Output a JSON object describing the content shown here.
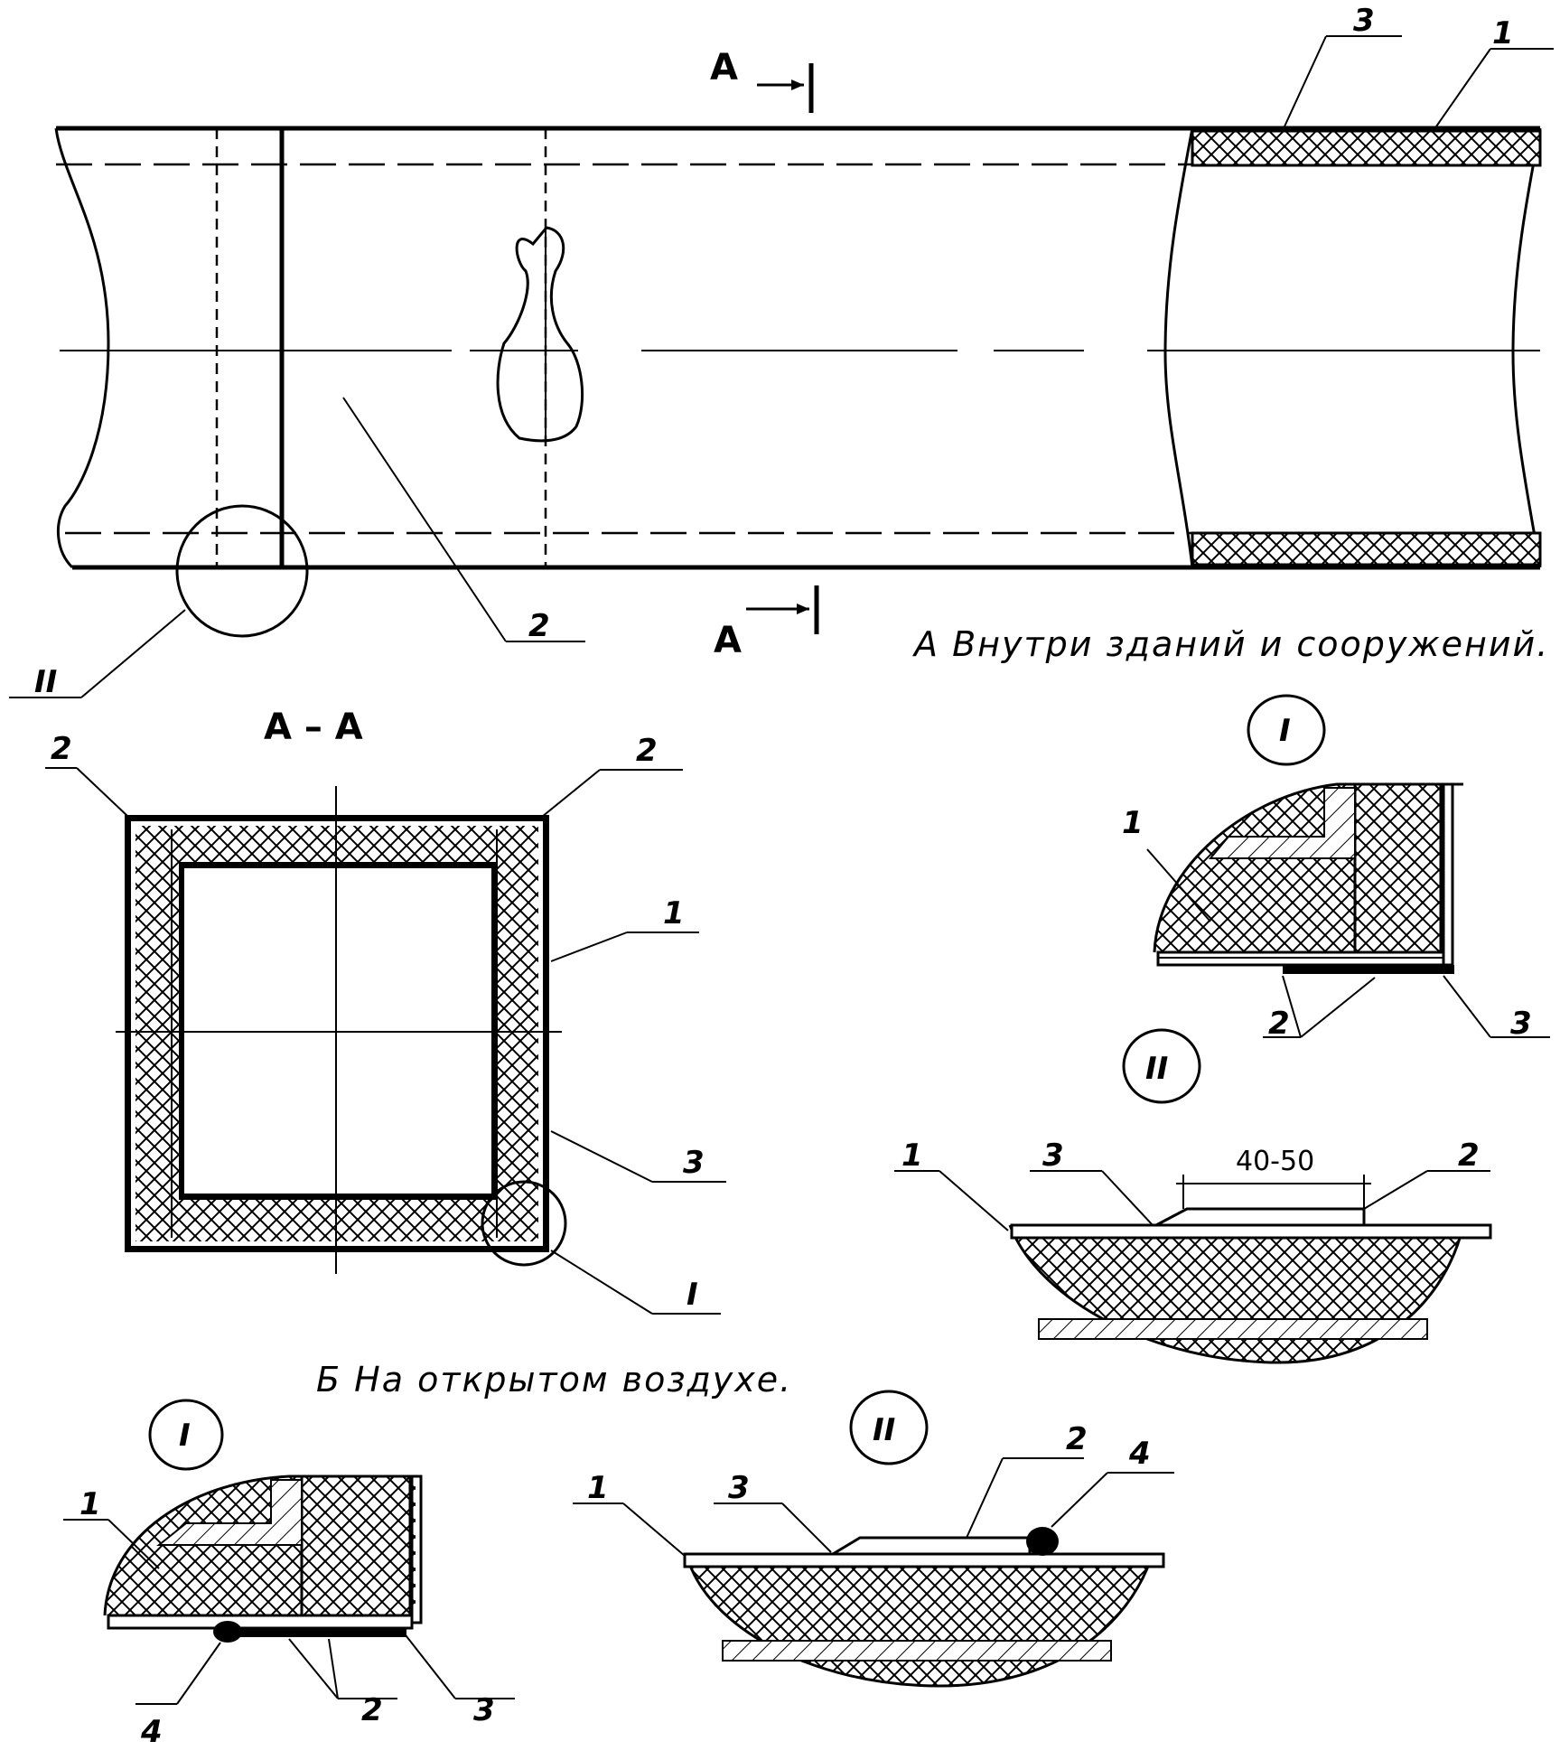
{
  "section_marks": {
    "cut": "А",
    "section_title": "А – А"
  },
  "captions": {
    "inside": "А  Внутри зданий и сооружений.",
    "outdoor": "Б  На открытом воздухе."
  },
  "detail_marks": {
    "one": "I",
    "two": "II"
  },
  "callouts": {
    "top_3": "3",
    "top_1": "1",
    "top_2": "2",
    "top_II": "II",
    "aa_2_left": "2",
    "aa_2_right": "2",
    "aa_1": "1",
    "aa_3": "3",
    "aa_I": "I",
    "a1_1": "1",
    "a1_2": "2",
    "a1_3": "3",
    "a2_1": "1",
    "a2_3": "3",
    "a2_2": "2",
    "b1_1": "1",
    "b1_4": "4",
    "b1_2": "2",
    "b1_3": "3",
    "b2_1": "1",
    "b2_3": "3",
    "b2_2": "2",
    "b2_4": "4"
  },
  "dimension": "40-50"
}
